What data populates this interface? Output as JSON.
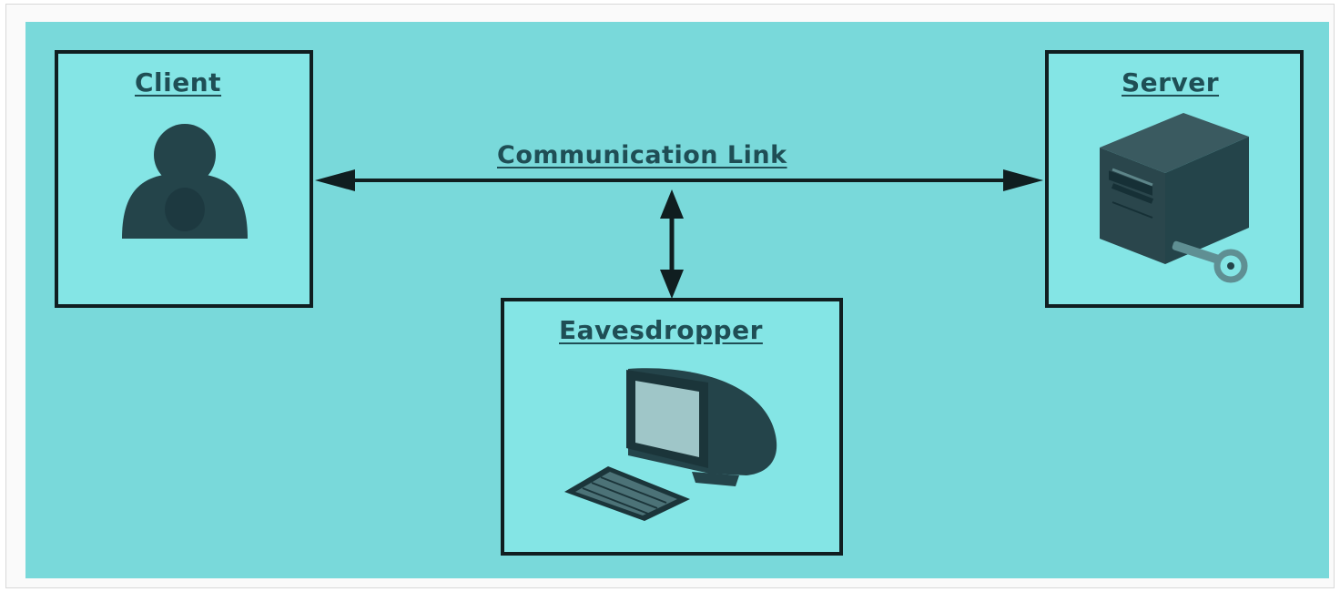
{
  "nodes": {
    "client": {
      "title": "Client",
      "icon": "user-icon"
    },
    "server": {
      "title": "Server",
      "icon": "server-key-icon"
    },
    "eavesdropper": {
      "title": "Eavesdropper",
      "icon": "computer-icon"
    }
  },
  "link": {
    "label": "Communication Link"
  },
  "colors": {
    "background": "#79d9da",
    "box_fill": "#84e5e5",
    "stroke": "#101e20",
    "label": "#1f4e55",
    "icon": "#24444a"
  }
}
